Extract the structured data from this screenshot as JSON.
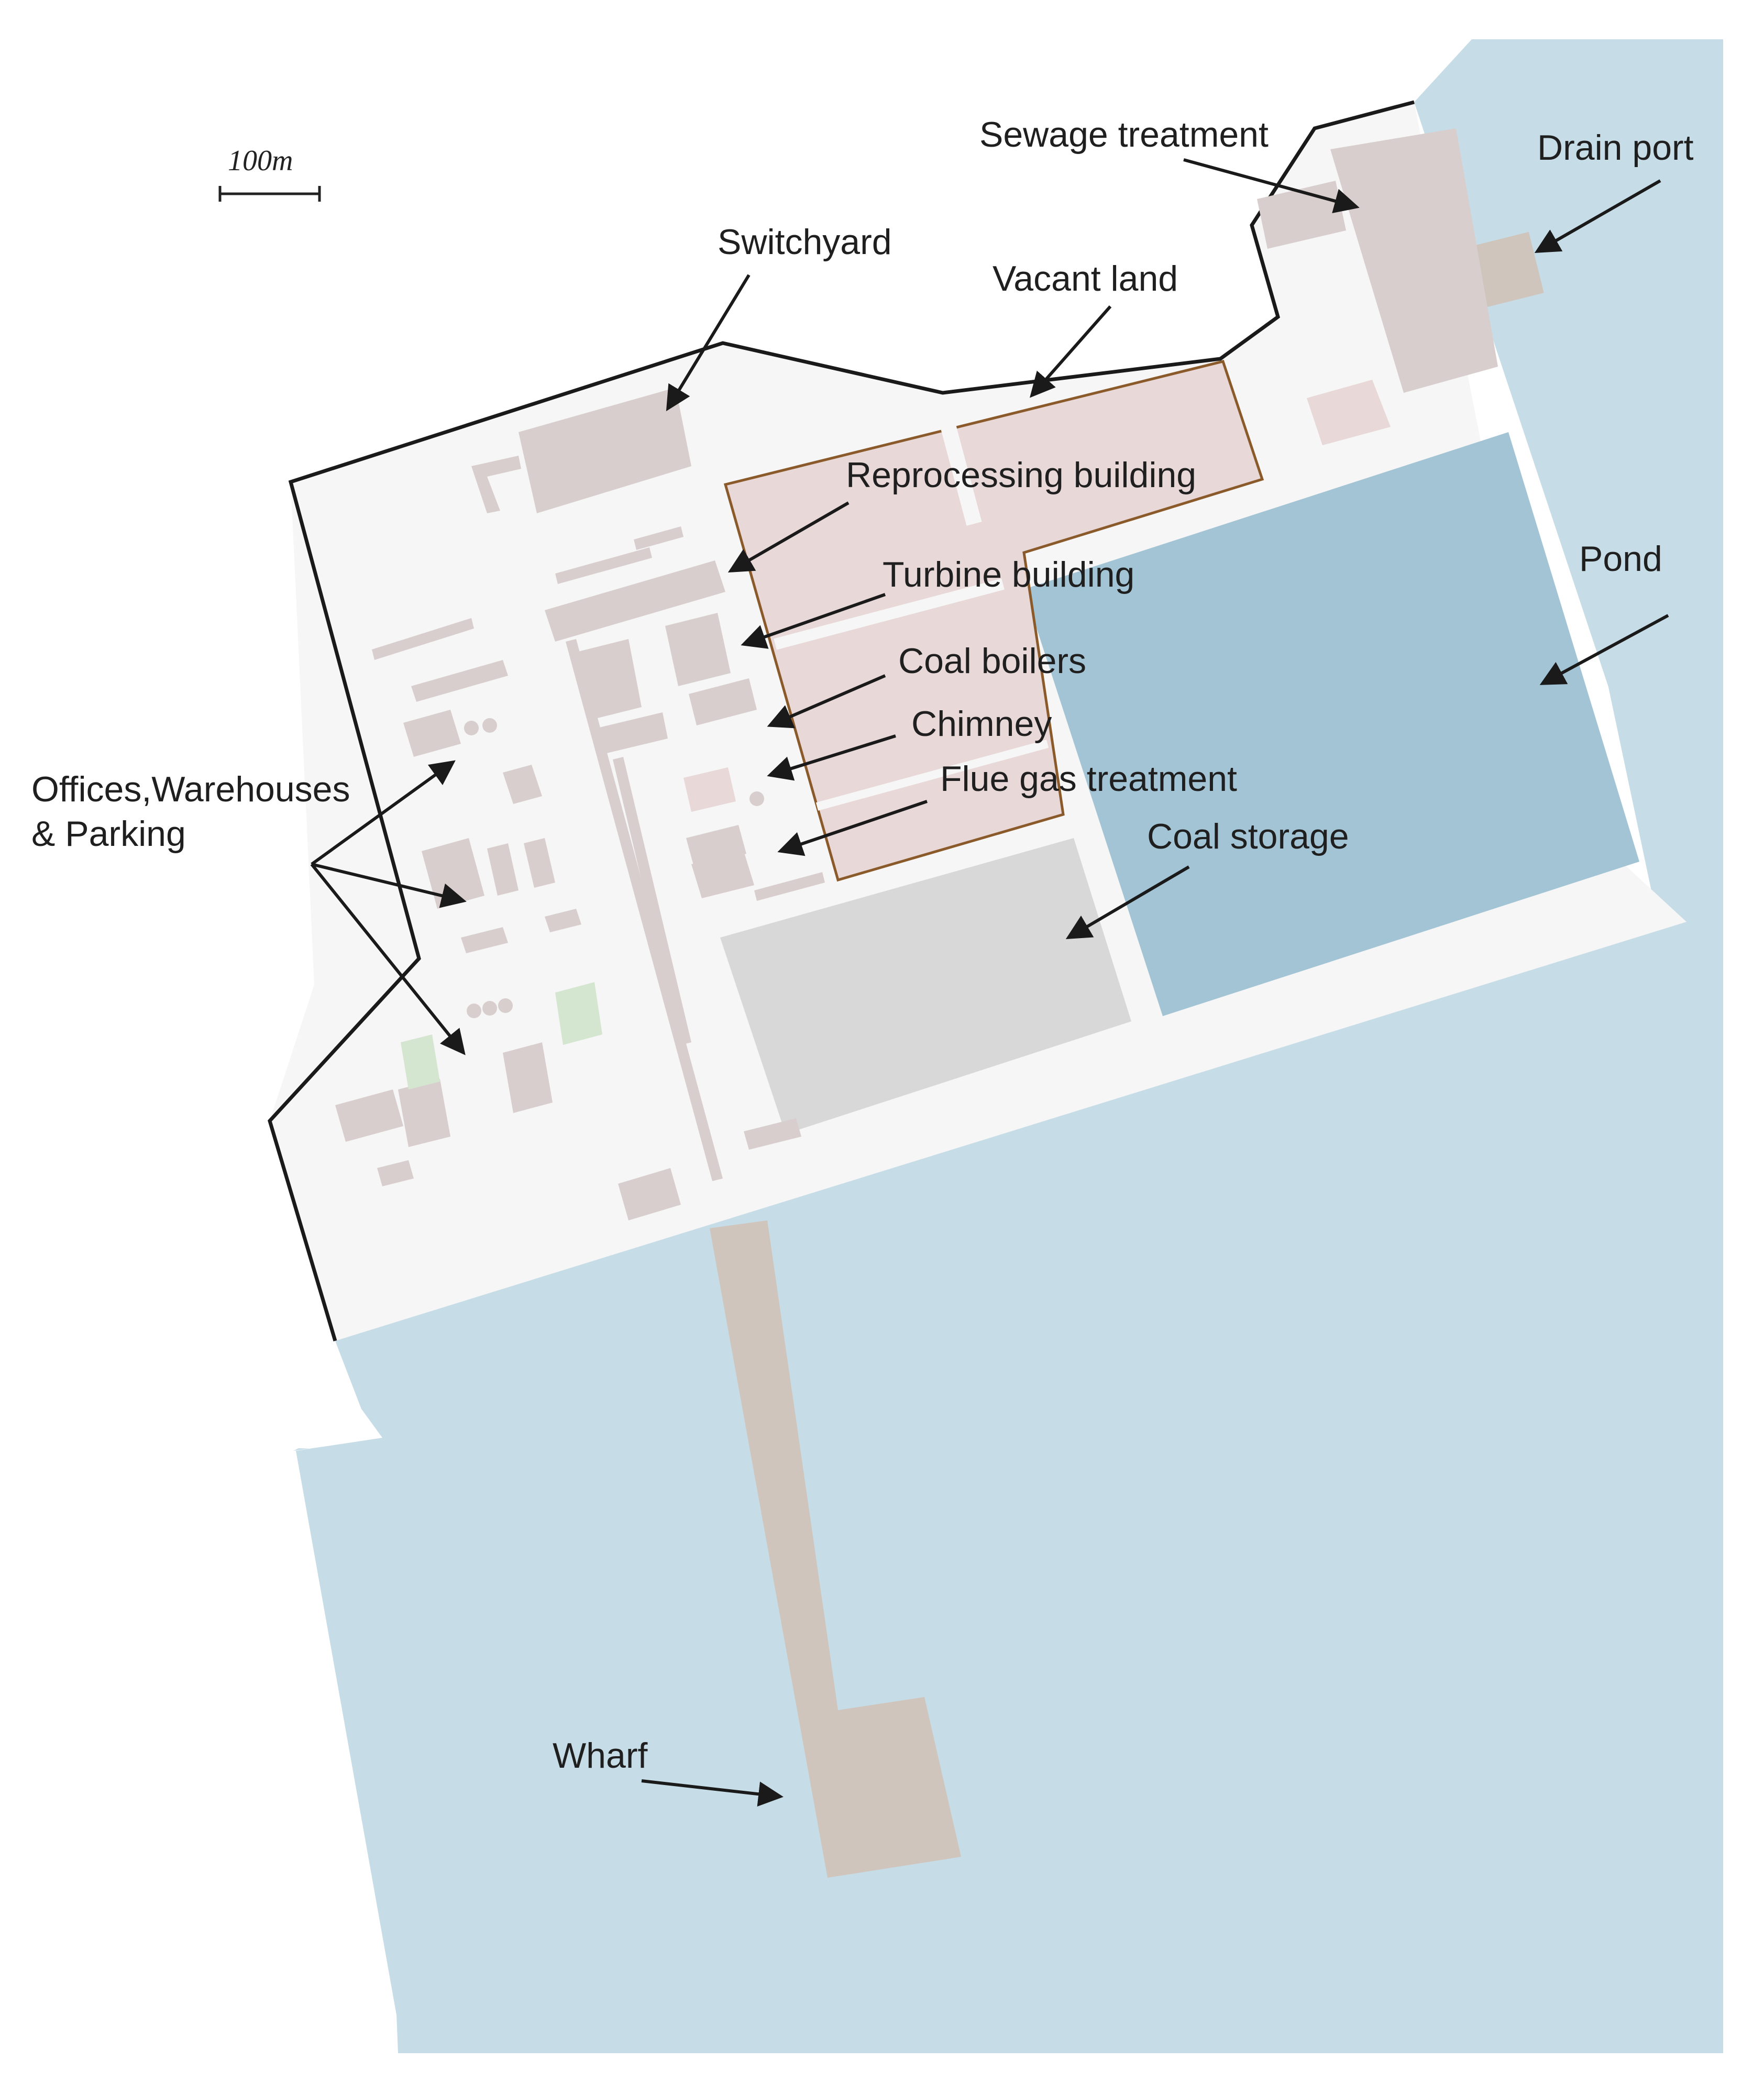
{
  "scale_bar": {
    "label": "100m"
  },
  "labels": {
    "sewage_treatment": "Sewage treatment",
    "drain_port": "Drain port",
    "switchyard": "Switchyard",
    "vacant_land": "Vacant land",
    "reprocessing_building": "Reprocessing building",
    "turbine_building": "Turbine building",
    "coal_boilers": "Coal boilers",
    "chimney": "Chimney",
    "flue_gas_treatment": "Flue gas treatment",
    "coal_storage": "Coal storage",
    "pond": "Pond",
    "offices_line1": "Offices,Warehouses",
    "offices_line2": "& Parking",
    "wharf": "Wharf"
  },
  "colors": {
    "sea": "#c6dde7",
    "land": "#f6f6f6",
    "building": "#d8cecd",
    "reprocessing_area": "#e8d8d8",
    "reprocessing_outline": "#8a5a2a",
    "pond": "#a2c4d5",
    "coal_storage": "#d8d8d8",
    "wharf": "#cfc5bd",
    "green": "#d4e6cf",
    "site_boundary": "#1a1a1a"
  }
}
